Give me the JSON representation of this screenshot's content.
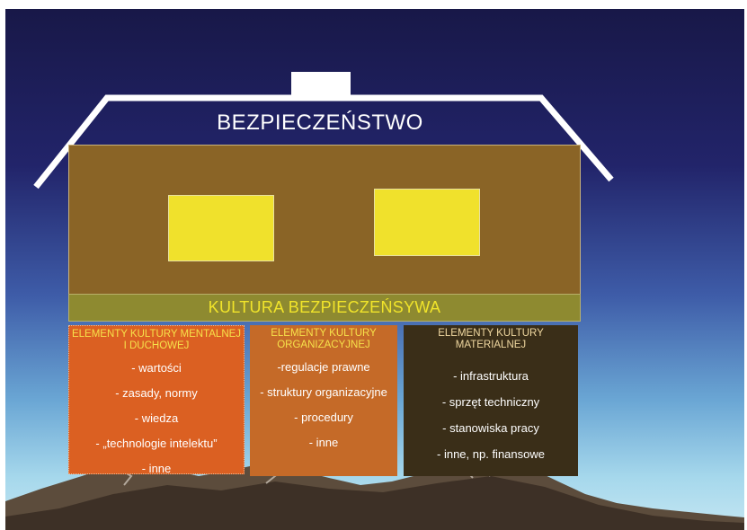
{
  "colors": {
    "sky_top": "#181848",
    "horizon": "#a6d8ec",
    "house_body": "#8a6426",
    "window": "#f0e12c",
    "band": "#8e8a30",
    "band_text": "#f1e42a",
    "col1": "#db6022",
    "col2": "#c56a28",
    "col3": "#3a2e18",
    "heading_text": "#f6e14a",
    "mountains": "#5a4a3a"
  },
  "roof": {
    "title": "BEZPIECZEŃSTWO"
  },
  "band": {
    "label": "KULTURA BEZPIECZEŃSYWA"
  },
  "columns": [
    {
      "title": "ELEMENTY KULTURY MENTALNEJ I DUCHOWEJ",
      "items": [
        "- wartości",
        "- zasady, normy",
        "- wiedza",
        "- „technologie intelektu”",
        "- inne"
      ]
    },
    {
      "title": "ELEMENTY KULTURY ORGANIZACYJNEJ",
      "items": [
        "-regulacje prawne",
        "- struktury organizacyjne",
        "- procedury",
        "- inne"
      ]
    },
    {
      "title": "ELEMENTY KULTURY MATERIALNEJ",
      "items": [
        "-  infrastruktura",
        "- sprzęt techniczny",
        "- stanowiska pracy",
        "- inne, np. finansowe"
      ]
    }
  ]
}
